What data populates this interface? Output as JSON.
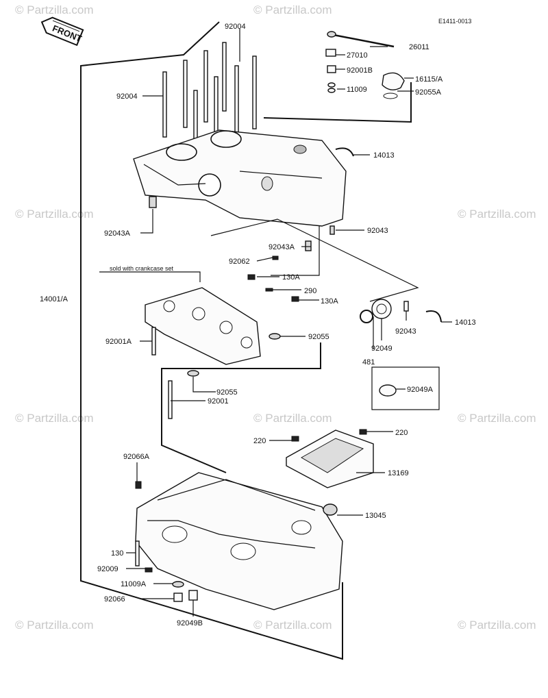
{
  "diagram": {
    "ref_code": "E1411-0013",
    "front_label": "FRONT",
    "watermark": "© Partzilla.com",
    "note": "sold with crankcase set"
  },
  "callouts": [
    {
      "id": "92004_top",
      "text": "92004"
    },
    {
      "id": "92004_left",
      "text": "92004"
    },
    {
      "id": "26011",
      "text": "26011"
    },
    {
      "id": "27010",
      "text": "27010"
    },
    {
      "id": "92001B",
      "text": "92001B"
    },
    {
      "id": "11009",
      "text": "11009"
    },
    {
      "id": "16115A",
      "text": "16115/A"
    },
    {
      "id": "92055A",
      "text": "92055A"
    },
    {
      "id": "14013_top",
      "text": "14013"
    },
    {
      "id": "92043A_left",
      "text": "92043A"
    },
    {
      "id": "92043_right",
      "text": "92043"
    },
    {
      "id": "92043A_mid",
      "text": "92043A"
    },
    {
      "id": "92062",
      "text": "92062"
    },
    {
      "id": "130A_1",
      "text": "130A"
    },
    {
      "id": "290",
      "text": "290"
    },
    {
      "id": "130A_2",
      "text": "130A"
    },
    {
      "id": "14001A",
      "text": "14001/A"
    },
    {
      "id": "92001A",
      "text": "92001A"
    },
    {
      "id": "92055_1",
      "text": "92055"
    },
    {
      "id": "92043_lower",
      "text": "92043"
    },
    {
      "id": "14013_lower",
      "text": "14013"
    },
    {
      "id": "92049",
      "text": "92049"
    },
    {
      "id": "481",
      "text": "481"
    },
    {
      "id": "92055_2",
      "text": "92055"
    },
    {
      "id": "92001",
      "text": "92001"
    },
    {
      "id": "92049A",
      "text": "92049A"
    },
    {
      "id": "220_left",
      "text": "220"
    },
    {
      "id": "220_right",
      "text": "220"
    },
    {
      "id": "13169",
      "text": "13169"
    },
    {
      "id": "92066A",
      "text": "92066A"
    },
    {
      "id": "13045",
      "text": "13045"
    },
    {
      "id": "130",
      "text": "130"
    },
    {
      "id": "92009",
      "text": "92009"
    },
    {
      "id": "11009A",
      "text": "11009A"
    },
    {
      "id": "92066",
      "text": "92066"
    },
    {
      "id": "92049B",
      "text": "92049B"
    }
  ]
}
